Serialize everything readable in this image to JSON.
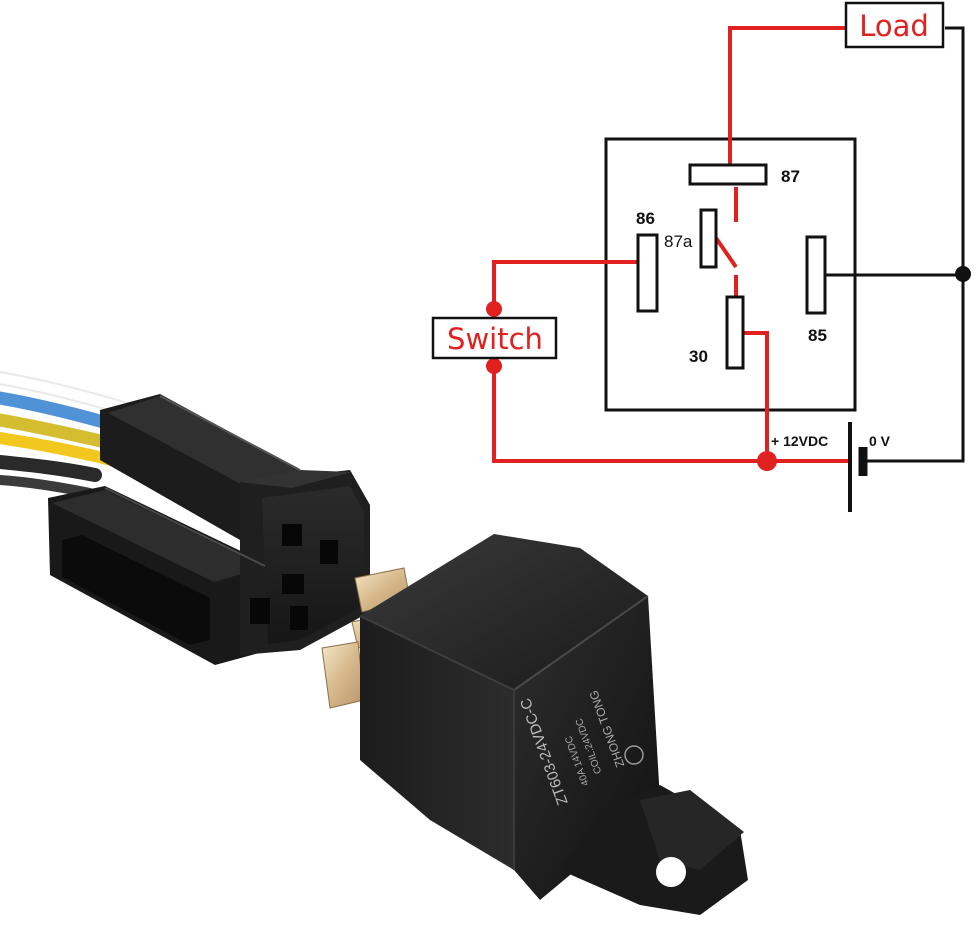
{
  "diagram": {
    "labels": {
      "load": "Load",
      "switch": "Switch",
      "pin87": "87",
      "pin87a": "87a",
      "pin86": "86",
      "pin85": "85",
      "pin30": "30",
      "supply_pos": "+ 12VDC",
      "supply_neg": "0 V"
    },
    "colors": {
      "wire_red": "#e0211f",
      "wire_black": "#111111",
      "label_red": "#e0211f"
    }
  },
  "photo": {
    "relay_markings": {
      "model": "ZT603-24VDC-C",
      "rating": "40A 14VDC",
      "coil": "COIL:24VDC",
      "brand": "ZHONG TONG"
    },
    "wire_colors": [
      "#ffffff",
      "#5aa0e0",
      "#e8d33a",
      "#f0c020",
      "#303030"
    ]
  }
}
